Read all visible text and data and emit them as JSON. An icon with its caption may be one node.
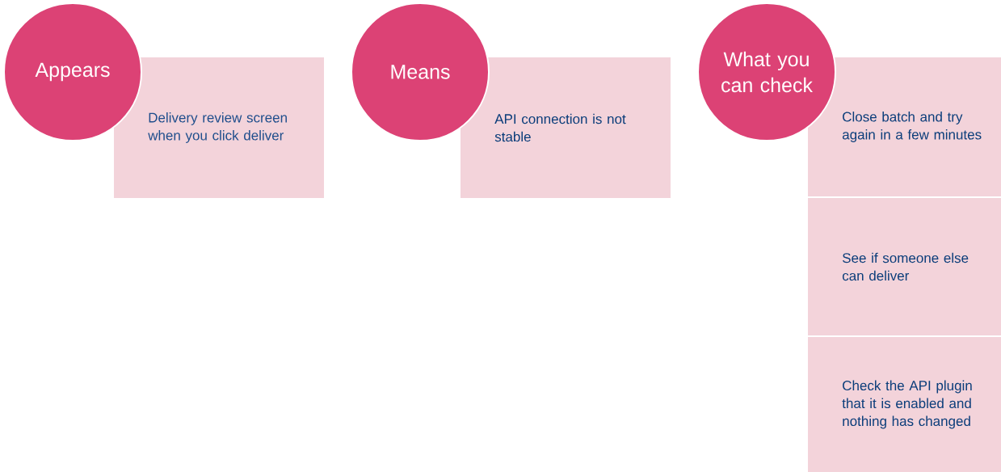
{
  "diagram": {
    "nodes": [
      {
        "text": [
          "Appears"
        ]
      },
      {
        "text": [
          "Delivery review screen when you click deliver"
        ]
      },
      {
        "text": [
          "Means"
        ]
      },
      {
        "text": [
          "API connection is not stable"
        ]
      },
      {
        "text": [
          "What you can check"
        ]
      },
      {
        "text": [
          "Close batch and try again in a few minutes"
        ]
      },
      {
        "text": [
          "See if someone else can deliver"
        ]
      },
      {
        "text": [
          "Check the API plugin that it is enabled and nothing has changed"
        ]
      }
    ]
  }
}
